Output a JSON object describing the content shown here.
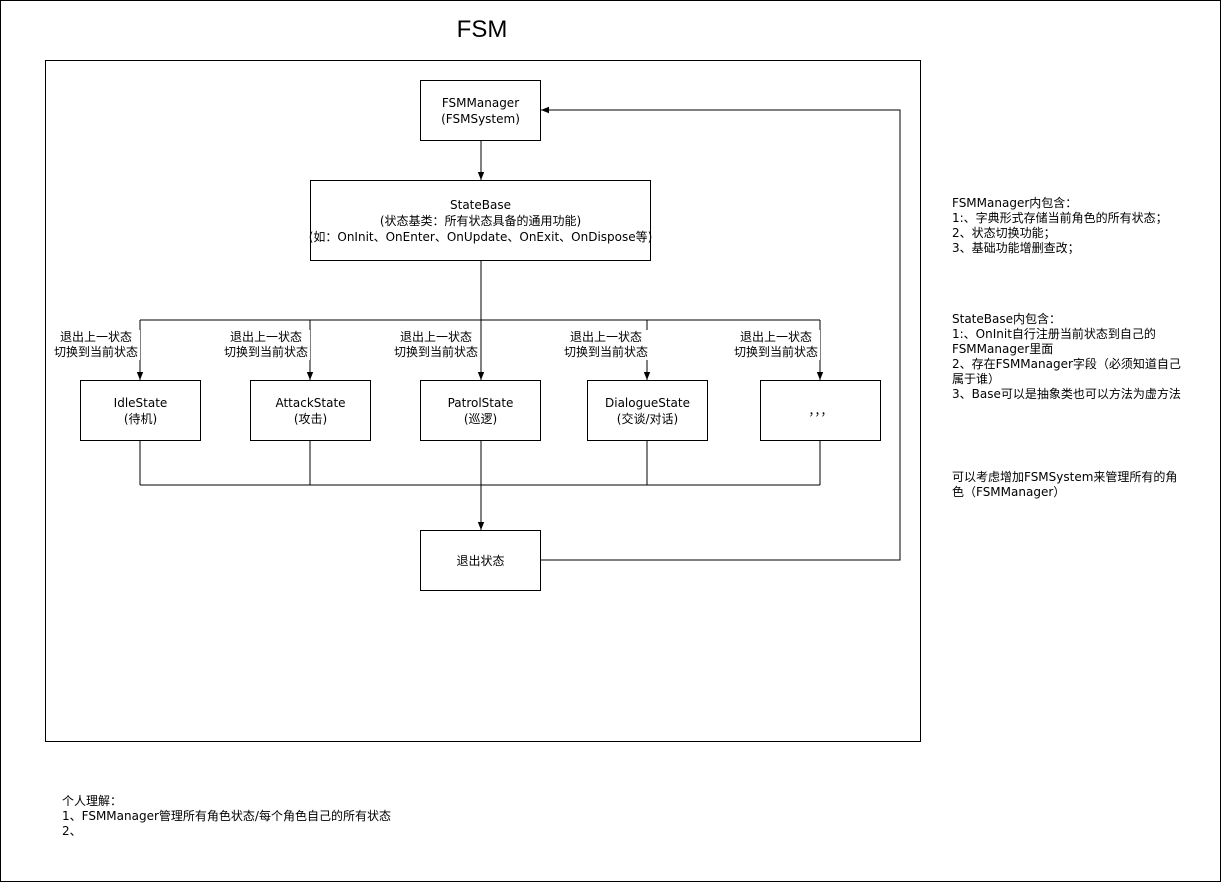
{
  "title": "FSM",
  "nodes": {
    "manager": {
      "line1": "FSMManager",
      "line2": "(FSMSystem)"
    },
    "statebase": {
      "line1": "StateBase",
      "line2": "(状态基类：所有状态具备的通用功能)",
      "line3": "(如：OnInit、OnEnter、OnUpdate、OnExit、OnDispose等)"
    },
    "idle": {
      "line1": "IdleState",
      "line2": "(待机)"
    },
    "attack": {
      "line1": "AttackState",
      "line2": "(攻击)"
    },
    "patrol": {
      "line1": "PatrolState",
      "line2": "(巡逻)"
    },
    "dialogue": {
      "line1": "DialogueState",
      "line2": "(交谈/对话)"
    },
    "more": {
      "line1": "，，，"
    },
    "exit": {
      "line1": "退出状态"
    }
  },
  "edge_label": {
    "line1": "退出上一状态",
    "line2": "切换到当前状态"
  },
  "notes": {
    "manager_notes": [
      "FSMManager内包含：",
      "1:、字典形式存储当前角色的所有状态；",
      "2、状态切换功能；",
      "3、基础功能增删查改；"
    ],
    "statebase_notes": [
      "StateBase内包含：",
      "1:、OnInit自行注册当前状态到自己的",
      "FSMManager里面",
      "2、存在FSMManager字段（必须知道自己",
      "属于谁）",
      "3、Base可以是抽象类也可以方法为虚方法"
    ],
    "system_notes": [
      "可以考虑增加FSMSystem来管理所有的角",
      "色（FSMManager）"
    ],
    "personal_notes": [
      "个人理解：",
      "1、FSMManager管理所有角色状态/每个角色自己的所有状态",
      "2、"
    ]
  }
}
